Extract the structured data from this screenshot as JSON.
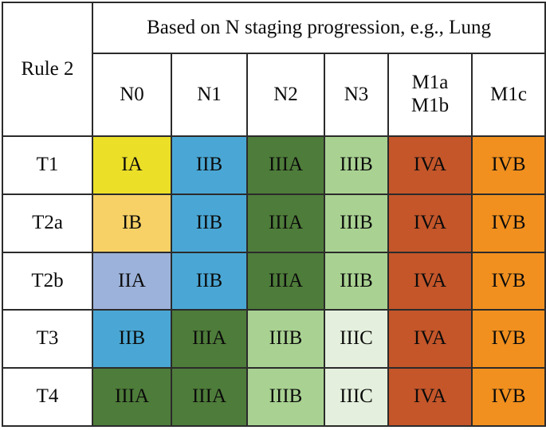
{
  "table": {
    "corner_label": "Rule 2",
    "banner_title": "Based on N staging progression, e.g., Lung",
    "column_headers": [
      {
        "line1": "N0",
        "line2": ""
      },
      {
        "line1": "N1",
        "line2": ""
      },
      {
        "line1": "N2",
        "line2": ""
      },
      {
        "line1": "N3",
        "line2": ""
      },
      {
        "line1": "M1a",
        "line2": "M1b"
      },
      {
        "line1": "M1c",
        "line2": ""
      }
    ],
    "row_headers": [
      "T1",
      "T2a",
      "T2b",
      "T3",
      "T4"
    ],
    "rows": [
      {
        "label": "T1",
        "cells": [
          {
            "stage": "IA",
            "color": "#ebdf28"
          },
          {
            "stage": "IIB",
            "color": "#4aa7d5"
          },
          {
            "stage": "IIIA",
            "color": "#4e7c3a"
          },
          {
            "stage": "IIIB",
            "color": "#a9d292"
          },
          {
            "stage": "IVA",
            "color": "#c4562a"
          },
          {
            "stage": "IVB",
            "color": "#f1901f"
          }
        ]
      },
      {
        "label": "T2a",
        "cells": [
          {
            "stage": "IB",
            "color": "#f7d166"
          },
          {
            "stage": "IIB",
            "color": "#4aa7d5"
          },
          {
            "stage": "IIIA",
            "color": "#4e7c3a"
          },
          {
            "stage": "IIIB",
            "color": "#a9d292"
          },
          {
            "stage": "IVA",
            "color": "#c4562a"
          },
          {
            "stage": "IVB",
            "color": "#f1901f"
          }
        ]
      },
      {
        "label": "T2b",
        "cells": [
          {
            "stage": "IIA",
            "color": "#9cb2da"
          },
          {
            "stage": "IIB",
            "color": "#4aa7d5"
          },
          {
            "stage": "IIIA",
            "color": "#4e7c3a"
          },
          {
            "stage": "IIIB",
            "color": "#a9d292"
          },
          {
            "stage": "IVA",
            "color": "#c4562a"
          },
          {
            "stage": "IVB",
            "color": "#f1901f"
          }
        ]
      },
      {
        "label": "T3",
        "cells": [
          {
            "stage": "IIB",
            "color": "#4aa7d5"
          },
          {
            "stage": "IIIA",
            "color": "#4e7c3a"
          },
          {
            "stage": "IIIB",
            "color": "#a9d292"
          },
          {
            "stage": "IIIC",
            "color": "#e4f0dd"
          },
          {
            "stage": "IVA",
            "color": "#c4562a"
          },
          {
            "stage": "IVB",
            "color": "#f1901f"
          }
        ]
      },
      {
        "label": "T4",
        "cells": [
          {
            "stage": "IIIA",
            "color": "#4e7c3a"
          },
          {
            "stage": "IIIA",
            "color": "#4e7c3a"
          },
          {
            "stage": "IIIB",
            "color": "#a9d292"
          },
          {
            "stage": "IIIC",
            "color": "#e4f0dd"
          },
          {
            "stage": "IVA",
            "color": "#c4562a"
          },
          {
            "stage": "IVB",
            "color": "#f1901f"
          }
        ]
      }
    ],
    "legend_colors": {
      "IA": "#ebdf28",
      "IB": "#f7d166",
      "IIA": "#9cb2da",
      "IIB": "#4aa7d5",
      "IIIA": "#4e7c3a",
      "IIIB": "#a9d292",
      "IIIC": "#e4f0dd",
      "IVA": "#c4562a",
      "IVB": "#f1901f"
    },
    "border_color": "#2b2b2b",
    "background_color": "#ffffff"
  }
}
